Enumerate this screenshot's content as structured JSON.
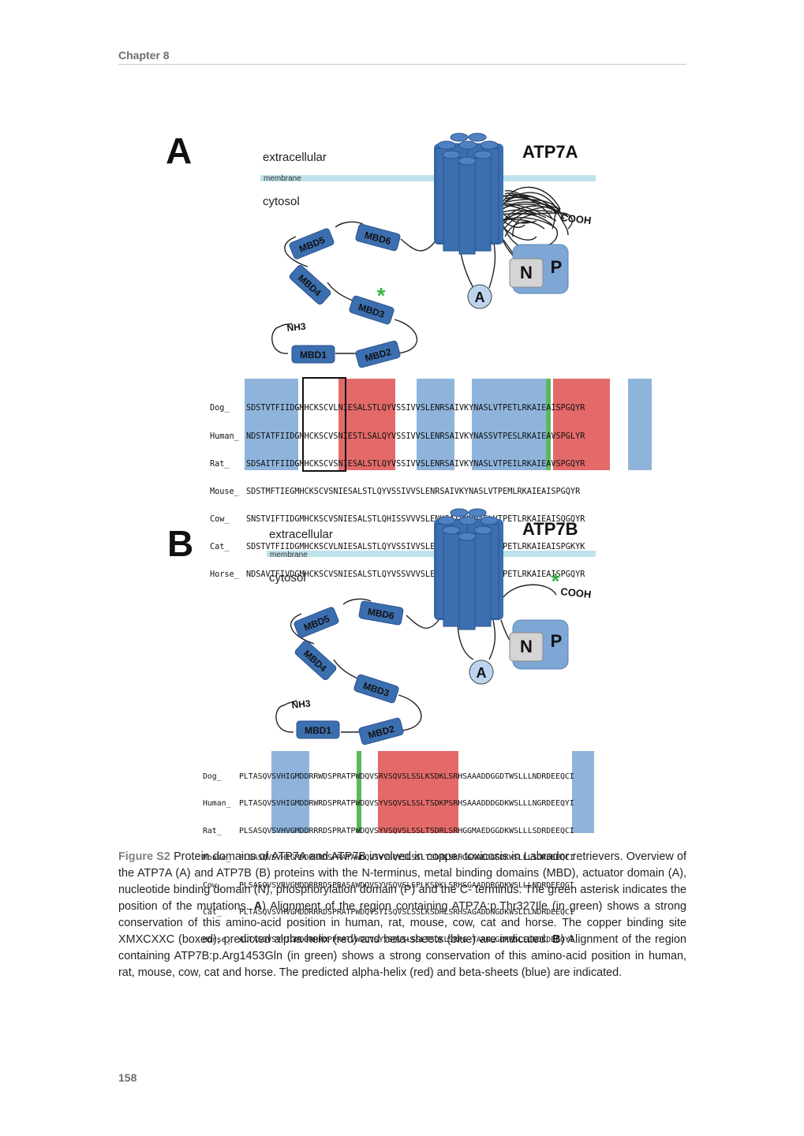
{
  "header": {
    "chapter": "Chapter 8"
  },
  "panel_a": {
    "letter": "A",
    "protein": "ATP7A",
    "extracellular": "extracellular",
    "membrane": "membrane",
    "cytosol": "cytosol",
    "cooh": "COOH",
    "nh3": "NH3",
    "domains": {
      "mbd1": "MBD1",
      "mbd2": "MBD2",
      "mbd3": "MBD3",
      "mbd4": "MBD4",
      "mbd5": "MBD5",
      "mbd6": "MBD6",
      "n": "N",
      "p": "P",
      "a": "A"
    },
    "alignment": [
      {
        "name": "Dog_",
        "seq": "SDSTVTFIIDGMHCKSCVLNIESALSTLQYVSSIVVSLENRSAIVKYNASLVTPETLRKAIEAISPGQYR"
      },
      {
        "name": "Human_",
        "seq": "NDSTATFIIDGMHCKSCVSNIESTLSALQYVSSIVVSLENRSAIVKYNASSVTPESLRKAIEAVSPGLYR"
      },
      {
        "name": "Rat_",
        "seq": "SDSAITFIIDGMHCKSCVSNIESALSTLQYVSSIVVSLENRSAIVKYNASLVTPEILRKAIEAVSPGQYR"
      },
      {
        "name": "Mouse_",
        "seq": "SDSTMFTIEGMHCKSCVSNIESALSTLQYVSSIVVSLENRSAIVKYNASLVTPEMLRKAIEAISPGQYR"
      },
      {
        "name": "Cow_",
        "seq": "SNSTVIFTIDGMHCKSCVSNIESALSTLQHISSVVVSLENKSAIVKYNASLVTPETLRKAIEAISQGQYR"
      },
      {
        "name": "Cat_",
        "seq": "SDSTVTFIIDGMHCKSCVLNIESALSTLQYVSSIVVSLENRSAIVKYNASSVTPETLRKAIEAISPGKYK"
      },
      {
        "name": "Horse_",
        "seq": "NDSAVTFIVDGMHCKSCVSNIESALSTLQYVSSVVVSLENRSAIVKYNASLVTPETLRKAIEAISPGQYR"
      }
    ]
  },
  "panel_b": {
    "letter": "B",
    "protein": "ATP7B",
    "extracellular": "extracellular",
    "membrane": "membrane",
    "cytosol": "cytosol",
    "cooh": "COOH",
    "nh3": "NH3",
    "domains": {
      "mbd1": "MBD1",
      "mbd2": "MBD2",
      "mbd3": "MBD3",
      "mbd4": "MBD4",
      "mbd5": "MBD5",
      "mbd6": "MBD6",
      "n": "N",
      "p": "P",
      "a": "A"
    },
    "alignment": [
      {
        "name": "Dog_",
        "seq": "PLTASQVSVHIGMDDRRWDSPRATPWDQVSRVSQVSLSSLKSDKLSRHSAAADDGGDTWSLLLNDRDEEQCI"
      },
      {
        "name": "Human_",
        "seq": "PLTASQVSVHIGMDDRWRDSPRATPWDQVSYVSQVSLSSLTSDKPSRHSAAADDDGDKWSLLLNGRDEEQYI"
      },
      {
        "name": "Rat_",
        "seq": "PLSASQVSVHVGMDDRRRDSPRATPWDQVSYVSQVSLSSLTSDRLSRHGGMAEDGGDKWSLLLSDRDEEQCI"
      },
      {
        "name": "Mouse_",
        "seq": "PLSASQVSVHIGMDDRRRDSPRATAWDQVSYVSQVSLSSLTSDRLSRHGGAAEDGGDKWSLLLSDRDEEQCI"
      },
      {
        "name": "Cow_",
        "seq": "PLSASQVSVRVGMDDRRRDSPRASAWDQVSYVSQVSLSPLKSDKLSRHSGAADDRGDKWSLLLNDRDEEQGI"
      },
      {
        "name": "Cat_",
        "seq": "PLTASQVSVHVGMDDRRRDSPRATPWDQVSYISQVSLSSLKSDRLSRHSAGADDNGDKWSLLLNDRDEEQCI"
      },
      {
        "name": "Horse_",
        "seq": "ALTASQVSVHIGMDDRRRDPPRATVWDQVSYVSQVSLSSLTSDKLSRPG-TAANGGDKWSLLLNDKDEEQYI"
      }
    ]
  },
  "caption": {
    "fig_label": "Figure S2",
    "t1": " Protein domains of ATP7A and ATP7B involved in copper toxicosis in Labrador retrievers. Overview of the ATP7A (A) and ATP7B (B) proteins with the N-terminus, metal binding domains (MBD), actuator domain (A), nucleotide binding domain (N), phosphorylation domain (P) and the C- terminus. The green asterisk indicates the position of the mutations. ",
    "bA": "A",
    "t2": ") Alignment of the region containing ATP7A:p.Thr327Ile (in green) shows a strong conservation of this amino-acid position in human, rat, mouse, cow, cat and horse. The copper binding site XMXCXXC (boxed), predicted alpha-helix (red) and beta-sheets (blue) are indicated. ",
    "bB": "B",
    "t3": ") Alignment of the region containing ATP7B:p.Arg1453Gln (in green) shows a strong conservation of this amino-acid position in human, rat, mouse, cow, cat and horse. The predicted alpha-helix (red) and beta-sheets (blue) are indicated."
  },
  "page_number": "158",
  "colors": {
    "domain_blue": "#3c6fb0",
    "membrane": "#bfe3ea",
    "helix_red": "#e46a6a",
    "sheet_blue": "#8fb4dc",
    "mutation_green": "#5cb85c",
    "np_gray": "#d4d4d4",
    "p_blue": "#7ea7d6"
  }
}
